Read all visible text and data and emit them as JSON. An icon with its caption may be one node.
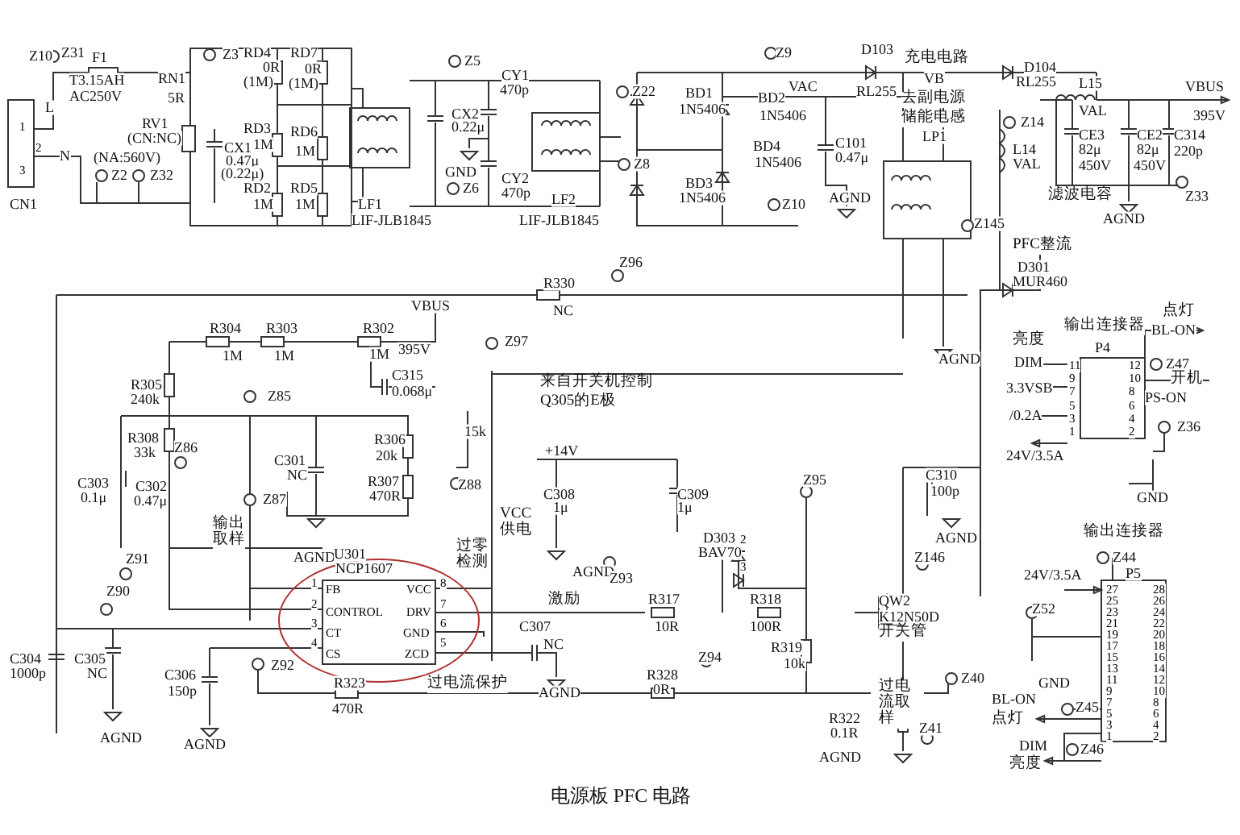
{
  "diagram": {
    "caption": "电源板 PFC 电路",
    "labels": [
      "Z10",
      "Z31",
      "F1",
      "T3.15AH",
      "AC250V",
      "RN1",
      "5R",
      "L",
      "1",
      "2",
      "N",
      "3",
      "RV1",
      "(CN:NC)",
      "(NA:560V)",
      "Z2",
      "Z32",
      "CN1",
      "CX1",
      "0.47μ",
      "(0.22μ)",
      "Z3",
      "RD4",
      "0R",
      "(1M)",
      "RD7",
      "0R",
      "(1M)",
      "RD3",
      "1M",
      "RD6",
      "1M",
      "RD2",
      "1M",
      "RD5",
      "1M",
      "LF1",
      "LIF-JLB1845",
      "Z5",
      "CX2",
      "0.22μ",
      "GND",
      "Z6",
      "CY1",
      "470p",
      "CY2",
      "470p",
      "LF2",
      "LIF-JLB1845",
      "Z22",
      "BD1",
      "1N5406",
      "Z9",
      "BD2",
      "1N5406",
      "VAC",
      "Z8",
      "BD4",
      "1N5406",
      "BD3",
      "1N5406",
      "C101",
      "0.47μ",
      "Z10",
      "AGND",
      "D103",
      "RL255",
      "充电电路",
      "VB",
      "去副电源",
      "储能电感",
      "LP1",
      "D104",
      "RL255",
      "L15",
      "VAL",
      "Z14",
      "L14",
      "VAL",
      "CE3",
      "82μ",
      "450V",
      "CE2",
      "82μ",
      "450V",
      "C314",
      "220p",
      "Z33",
      "VBUS",
      "395V",
      "滤波电容",
      "AGND",
      "Z145",
      "PFC整流",
      "D301",
      "MUR460",
      "Z96",
      "R330",
      "NC",
      "VBUS",
      "R304",
      "1M",
      "R303",
      "1M",
      "R302",
      "1M",
      "395V",
      "C315",
      "0.068μ",
      "Z97",
      "来自开关机控制",
      "Q305的E极",
      "R305",
      "240k",
      "Z85",
      "R308",
      "33k",
      "Z86",
      "C301",
      "NC",
      "R306",
      "20k",
      "C303",
      "0.1μ",
      "C302",
      "0.47μ",
      "Z87",
      "R307",
      "470R",
      "输出取样",
      "15k",
      "+14V",
      "C308",
      "1μ",
      "C309",
      "1μ",
      "Z88",
      "VCC 供电",
      "过零检测",
      "AGND",
      "U301",
      "NCP1607",
      "AGND",
      "Z93",
      "Z91",
      "Z90",
      "1",
      "2",
      "3",
      "4",
      "FB",
      "CONTROL",
      "CT",
      "CS",
      "VCC",
      "DRV",
      "GND",
      "ZCD",
      "8",
      "7",
      "6",
      "5",
      "激励",
      "C307",
      "NC",
      "AGND",
      "C304",
      "1000p",
      "C305",
      "NC",
      "AGND",
      "C306",
      "150p",
      "AGND",
      "Z92",
      "R323",
      "470R",
      "过电流保护",
      "D303",
      "BAV70",
      "2",
      "3",
      "Z95",
      "C310",
      "100p",
      "AGND",
      "Z146",
      "R317",
      "10R",
      "R318",
      "100R",
      "QW2",
      "K12N50D",
      "开关管",
      "R319",
      "10k",
      "Z94",
      "R328",
      "0R",
      "Z40",
      "过电流取样",
      "R322",
      "0.1R",
      "Z41",
      "AGND",
      "AGND",
      "输出连接器",
      "P4",
      "点灯",
      "BL-ON",
      "亮度",
      "DIM",
      "Z47",
      "开机",
      "PS-ON",
      "3.3VSB",
      "/0.2A",
      "24V/3.5A",
      "Z36",
      "GND",
      "输出连接器",
      "Z44",
      "24V/3.5A",
      "P5",
      "Z52",
      "GND",
      "BL-ON",
      "Z45",
      "点灯",
      "DIM",
      "Z46",
      "亮度",
      "11",
      "12",
      "9",
      "10",
      "7",
      "8",
      "5",
      "6",
      "3",
      "4",
      "1",
      "2",
      "27",
      "28",
      "25",
      "26",
      "23",
      "24",
      "21",
      "22",
      "19",
      "20",
      "17",
      "18",
      "15",
      "16",
      "13",
      "14",
      "11",
      "12",
      "9",
      "10",
      "7",
      "8",
      "5",
      "6",
      "3",
      "4",
      "1",
      "2"
    ]
  }
}
